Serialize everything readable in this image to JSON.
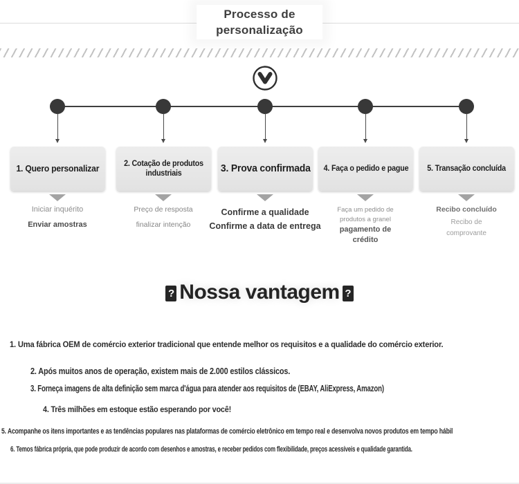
{
  "header": {
    "title_line1": "Processo de",
    "title_line2": "personalização"
  },
  "flow": {
    "steps": [
      {
        "title": "1. Quero personalizar",
        "notes": [
          "Iniciar inquérito",
          "Enviar amostras"
        ]
      },
      {
        "title": "2. Cotação de produtos industriais",
        "notes": [
          "Preço de resposta",
          "finalizar intenção"
        ]
      },
      {
        "title": "3. Prova confirmada",
        "notes": [
          "Confirme a qualidade",
          "Confirme a data de entrega"
        ]
      },
      {
        "title": "4. Faça o pedido e pague",
        "notes": [
          "Faça um pedido de",
          "produtos a granel",
          "pagamento de",
          "crédito"
        ]
      },
      {
        "title": "5. Transação concluída",
        "notes": [
          "Recibo concluído",
          "Recibo de",
          "comprovante"
        ]
      }
    ]
  },
  "advantage": {
    "tofu": "?",
    "heading": "Nossa vantagem",
    "items": [
      "1. Uma fábrica OEM de comércio exterior tradicional que entende melhor os requisitos e a qualidade do comércio exterior.",
      "2. Após muitos anos de operação, existem mais de 2.000 estilos clássicos.",
      "3. Forneça imagens de alta definição sem marca d'água para atender aos requisitos de (EBAY, AliExpress, Amazon)",
      "4. Três milhões em estoque estão esperando por você!",
      "5. Acompanhe os itens importantes e as tendências populares nas plataformas de comércio eletrônico em tempo real e desenvolva novos produtos em tempo hábil",
      "6. Temos fábrica própria, que pode produzir de acordo com desenhos e amostras, e receber pedidos com flexibilidade, preços acessíveis e qualidade garantida."
    ]
  },
  "colors": {
    "box_background": "#e8e8e8",
    "connector": "#3f3f3f",
    "triangle": "#a3a3a3",
    "title_text": "#3e3e3e",
    "body_text": "#2d2d2d"
  }
}
